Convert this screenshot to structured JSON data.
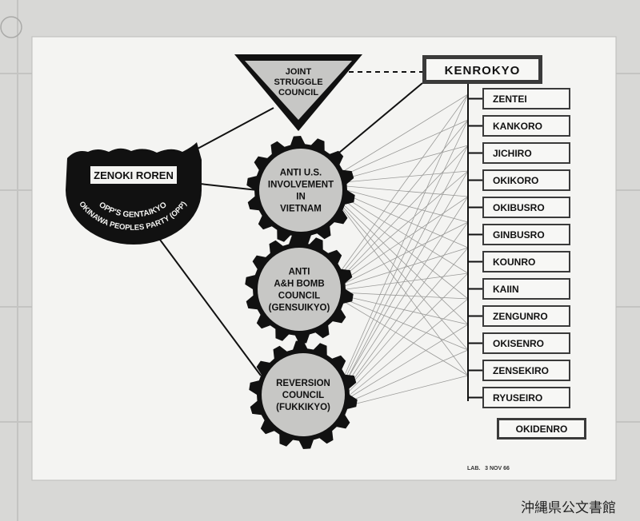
{
  "council": {
    "lines": [
      "JOINT",
      "STRUGGLE",
      "COUNCIL"
    ]
  },
  "kenrokyo": {
    "label": "KENROKYO"
  },
  "zenoki": {
    "label": "ZENOKI ROREN",
    "arc_inner": "OPP'S GENTAIKYO",
    "arc_outer": "OKINAWA PEOPLES PARTY (OPP)"
  },
  "gears": [
    {
      "lines": [
        "ANTI U.S.",
        "INVOLVEMENT",
        "IN",
        "VIETNAM"
      ]
    },
    {
      "lines": [
        "ANTI",
        "A&H BOMB",
        "COUNCIL",
        "(GENSUIKYO)"
      ]
    },
    {
      "lines": [
        "REVERSION",
        "COUNCIL",
        "(FUKKIKYO)"
      ]
    }
  ],
  "unions": [
    "ZENTEI",
    "KANKORO",
    "JICHIRO",
    "OKIKORO",
    "OKIBUSRO",
    "GINBUSRO",
    "KOUNRO",
    "KAIIN",
    "ZENGUNRO",
    "OKISENRO",
    "ZENSEKIRO",
    "RYUSEIRO"
  ],
  "standalone": {
    "label": "OKIDENRO"
  },
  "lab_note": "LAB.   3 NOV 66",
  "archive_caption": "沖縄県公文書館",
  "colors": {
    "ink": "#111111",
    "board": "#f4f4f2",
    "fill": "#c7c7c5",
    "wall": "#d9d9d7"
  }
}
